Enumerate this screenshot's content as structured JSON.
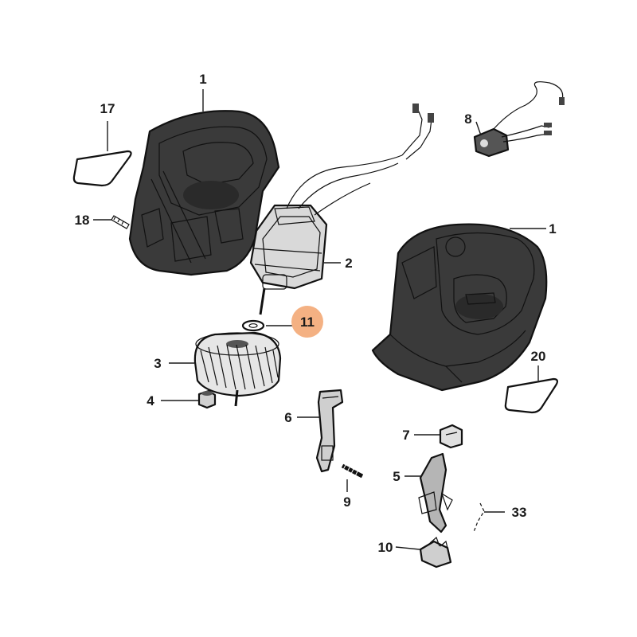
{
  "diagram": {
    "highlight_color": "#f4b183",
    "callouts": {
      "c1a": "1",
      "c1b": "1",
      "c2": "2",
      "c3": "3",
      "c4": "4",
      "c5": "5",
      "c6": "6",
      "c7": "7",
      "c8": "8",
      "c9": "9",
      "c10": "10",
      "c11": "11",
      "c17": "17",
      "c18": "18",
      "c20": "20",
      "c33": "33"
    }
  }
}
